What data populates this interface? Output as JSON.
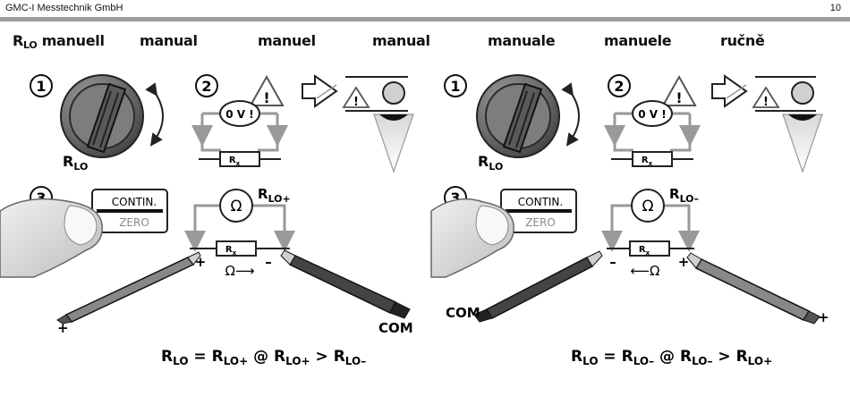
{
  "header": {
    "company": "GMC-I Messtechnik GmbH",
    "page_number": "10"
  },
  "languages": {
    "german_prefix": "R",
    "german_prefix_sub": "LO",
    "german": "manuell",
    "english": "manual",
    "french": "manuel",
    "spanish": "manual",
    "italian": "manuale",
    "dutch": "manuele",
    "czech": "ručně"
  },
  "steps": {
    "one": "1",
    "two": "2",
    "three": "3"
  },
  "dial_label": {
    "main": "R",
    "sub": "LO"
  },
  "voltage_bubble": "0 V !",
  "warning_symbol": "!",
  "resistor": {
    "main": "R",
    "sub": "x"
  },
  "ohm_symbol": "Ω",
  "key": {
    "top": "CONTIN.",
    "bottom": "ZERO"
  },
  "left_circuit": {
    "label_main": "R",
    "label_sub": "LO+",
    "plus_terminal": "+",
    "minus_terminal": "–",
    "direction": "Ω⟶",
    "probe_plus": "+",
    "probe_com": "COM"
  },
  "right_circuit": {
    "label_main": "R",
    "label_sub": "LO–",
    "minus_terminal": "–",
    "plus_terminal": "+",
    "direction": "⟵Ω",
    "probe_com": "COM",
    "probe_plus": "+"
  },
  "formula_left": {
    "p1": "R",
    "s1": "LO",
    "eq": " = ",
    "p2": "R",
    "s2": "LO+",
    "at": " @ ",
    "p3": "R",
    "s3": "LO+",
    "gt": " > ",
    "p4": "R",
    "s4": "LO–"
  },
  "formula_right": {
    "p1": "R",
    "s1": "LO",
    "eq": " = ",
    "p2": "R",
    "s2": "LO–",
    "at": " @ ",
    "p3": "R",
    "s3": "LO–",
    "gt": " > ",
    "p4": "R",
    "s4": "LO+"
  }
}
